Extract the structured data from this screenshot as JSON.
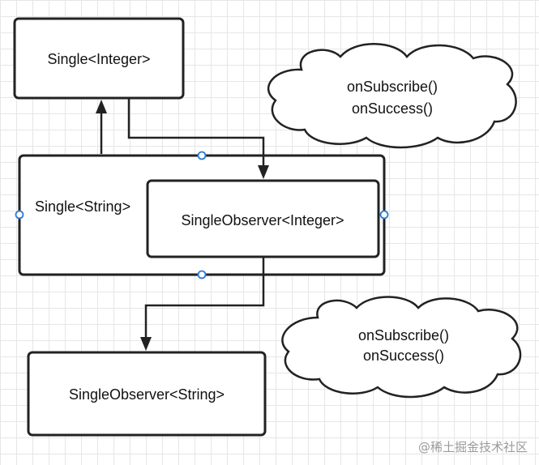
{
  "diagram": {
    "nodes": {
      "single_integer": "Single<Integer>",
      "single_string": "Single<String>",
      "observer_integer": "SingleObserver<Integer>",
      "observer_string": "SingleObserver<String>"
    },
    "notes": {
      "top": [
        "onSubscribe()",
        "onSuccess()"
      ],
      "bottom": [
        "onSubscribe()",
        "onSuccess()"
      ]
    }
  },
  "watermark": "@稀土掘金技术社区"
}
